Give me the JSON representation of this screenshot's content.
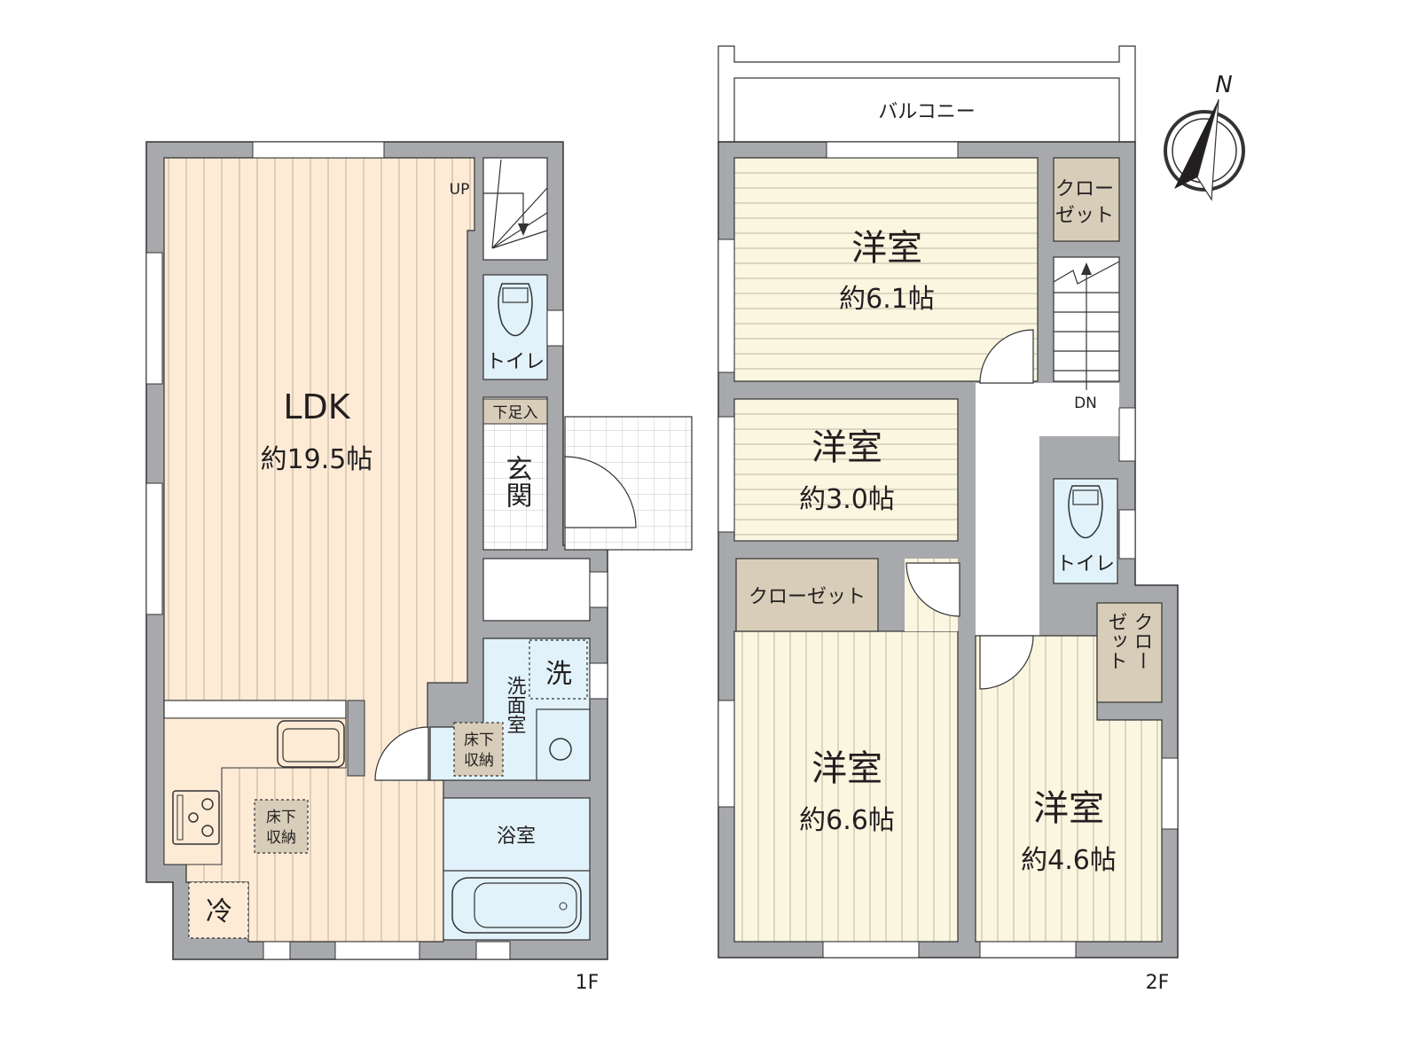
{
  "floor_1f": {
    "label": "1F",
    "ldk": {
      "name": "LDK",
      "area": "約19.5帖"
    },
    "stairs_label": "UP",
    "toilet": "トイレ",
    "shoe_storage": "下足入",
    "entrance": "玄関",
    "washroom": "洗面室",
    "washer": "洗",
    "underfloor_storage_wash": [
      "床下",
      "収納"
    ],
    "underfloor_storage_kitchen": [
      "床下",
      "収納"
    ],
    "fridge": "冷",
    "bathroom": "浴室"
  },
  "floor_2f": {
    "label": "2F",
    "balcony": "バルコニー",
    "room_a": {
      "name": "洋室",
      "area": "約6.1帖"
    },
    "room_b": {
      "name": "洋室",
      "area": "約3.0帖"
    },
    "room_c": {
      "name": "洋室",
      "area": "約6.6帖"
    },
    "room_d": {
      "name": "洋室",
      "area": "約4.6帖"
    },
    "closet_a": [
      "クロー",
      "ゼット"
    ],
    "closet_c": "クローゼット",
    "closet_d": [
      "クロー",
      "ゼット"
    ],
    "stairs_label": "DN",
    "toilet": "トイレ"
  },
  "compass": {
    "label": "N"
  },
  "colors": {
    "wall": "#a7a9ac",
    "ldk_floor": "#fdebd6",
    "room_floor_2f": "#fbf6e0",
    "wet_area": "#e1f2fb",
    "storage": "#d8cdb9"
  }
}
